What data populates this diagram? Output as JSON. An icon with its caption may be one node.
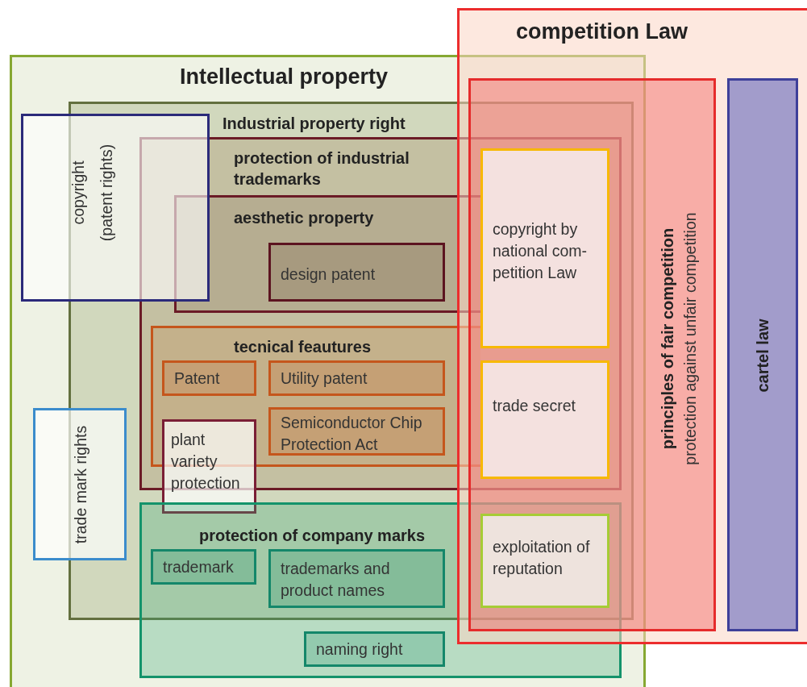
{
  "diagram": {
    "nodes": [
      {
        "text": [
          "Intellectual property"
        ]
      },
      {
        "text": [
          "competition Law"
        ]
      },
      {
        "text": [
          "Industrial property right"
        ],
        "in": 0
      },
      {
        "text": [
          "copyright",
          "(patent rights)"
        ],
        "in": 0
      },
      {
        "text": [
          "protection of industrial trademarks"
        ],
        "in": 2
      },
      {
        "text": [
          "aesthetic property"
        ],
        "in": 4
      },
      {
        "text": [
          "design patent"
        ],
        "in": 5
      },
      {
        "text": [
          "tecnical feautures"
        ],
        "in": 4
      },
      {
        "text": [
          "Patent"
        ],
        "in": 7
      },
      {
        "text": [
          "Utility patent"
        ],
        "in": 7
      },
      {
        "text": [
          "Semiconductor Chip Protection Act"
        ],
        "in": 7
      },
      {
        "text": [
          "plant variety protection"
        ],
        "in": 2
      },
      {
        "text": [
          "trade mark rights"
        ],
        "in": 0
      },
      {
        "text": [
          "protection of company marks"
        ],
        "in": 0
      },
      {
        "text": [
          "trademark"
        ]
      },
      {
        "text": [
          "trademarks and product names"
        ]
      },
      {
        "text": [
          "naming right"
        ],
        "in": 13
      },
      {
        "text": [
          "principles of fair competition",
          "protection against unfair competition"
        ],
        "in": 1
      },
      {
        "text": [
          "copyright by national com-petition Law"
        ]
      },
      {
        "text": [
          "trade secret"
        ]
      },
      {
        "text": [
          "exploitation of reputation"
        ]
      },
      {
        "text": [
          "cartel law"
        ],
        "in": 1
      }
    ]
  }
}
